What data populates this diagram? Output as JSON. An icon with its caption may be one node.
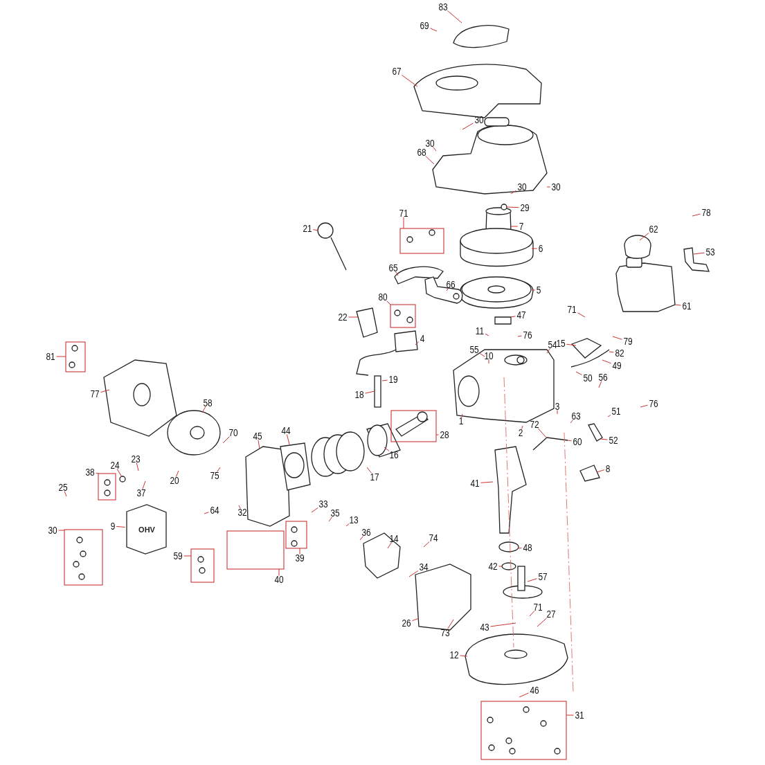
{
  "diagram": {
    "nodes": [
      {
        "text": [
          "83"
        ]
      },
      {
        "text": [
          "69"
        ]
      },
      {
        "text": [
          "67"
        ]
      },
      {
        "text": [
          "30"
        ]
      },
      {
        "text": [
          "30"
        ]
      },
      {
        "text": [
          "68"
        ]
      },
      {
        "text": [
          "30"
        ]
      },
      {
        "text": [
          "30"
        ]
      },
      {
        "text": [
          "29"
        ]
      },
      {
        "text": [
          "71"
        ]
      },
      {
        "text": [
          "78"
        ]
      },
      {
        "text": [
          "7"
        ]
      },
      {
        "text": [
          "62"
        ]
      },
      {
        "text": [
          "21"
        ]
      },
      {
        "text": [
          "53"
        ]
      },
      {
        "text": [
          "6"
        ]
      },
      {
        "text": [
          "65"
        ]
      },
      {
        "text": [
          "66"
        ]
      },
      {
        "text": [
          "5"
        ]
      },
      {
        "text": [
          "61"
        ]
      },
      {
        "text": [
          "80"
        ]
      },
      {
        "text": [
          "71"
        ]
      },
      {
        "text": [
          "47"
        ]
      },
      {
        "text": [
          "22"
        ]
      },
      {
        "text": [
          "76"
        ]
      },
      {
        "text": [
          "11"
        ]
      },
      {
        "text": [
          "4"
        ]
      },
      {
        "text": [
          "79"
        ]
      },
      {
        "text": [
          "81"
        ]
      },
      {
        "text": [
          "55"
        ]
      },
      {
        "text": [
          "15"
        ]
      },
      {
        "text": [
          "54"
        ]
      },
      {
        "text": [
          "10"
        ]
      },
      {
        "text": [
          "82"
        ]
      },
      {
        "text": [
          "49"
        ]
      },
      {
        "text": [
          "77"
        ]
      },
      {
        "text": [
          "19"
        ]
      },
      {
        "text": [
          "50"
        ]
      },
      {
        "text": [
          "56"
        ]
      },
      {
        "text": [
          "18"
        ]
      },
      {
        "text": [
          "58"
        ]
      },
      {
        "text": [
          "76"
        ]
      },
      {
        "text": [
          "3"
        ]
      },
      {
        "text": [
          "63"
        ]
      },
      {
        "text": [
          "51"
        ]
      },
      {
        "text": [
          "1"
        ]
      },
      {
        "text": [
          "72"
        ]
      },
      {
        "text": [
          "70"
        ]
      },
      {
        "text": [
          "45"
        ]
      },
      {
        "text": [
          "44"
        ]
      },
      {
        "text": [
          "28"
        ]
      },
      {
        "text": [
          "2"
        ]
      },
      {
        "text": [
          "52"
        ]
      },
      {
        "text": [
          "60"
        ]
      },
      {
        "text": [
          "16"
        ]
      },
      {
        "text": [
          "38"
        ]
      },
      {
        "text": [
          "24"
        ]
      },
      {
        "text": [
          "23"
        ]
      },
      {
        "text": [
          "20"
        ]
      },
      {
        "text": [
          "75"
        ]
      },
      {
        "text": [
          "8"
        ]
      },
      {
        "text": [
          "41"
        ]
      },
      {
        "text": [
          "25"
        ]
      },
      {
        "text": [
          "37"
        ]
      },
      {
        "text": [
          "17"
        ]
      },
      {
        "text": [
          "33"
        ]
      },
      {
        "text": [
          "32"
        ]
      },
      {
        "text": [
          "35"
        ]
      },
      {
        "text": [
          "13"
        ]
      },
      {
        "text": [
          "64"
        ]
      },
      {
        "text": [
          "9"
        ]
      },
      {
        "text": [
          "74"
        ]
      },
      {
        "text": [
          "36"
        ]
      },
      {
        "text": [
          "30"
        ]
      },
      {
        "text": [
          "14"
        ]
      },
      {
        "text": [
          "59"
        ]
      },
      {
        "text": [
          "39"
        ]
      },
      {
        "text": [
          "40"
        ]
      },
      {
        "text": [
          "48"
        ]
      },
      {
        "text": [
          "42"
        ]
      },
      {
        "text": [
          "34"
        ]
      },
      {
        "text": [
          "57"
        ]
      },
      {
        "text": [
          "71"
        ]
      },
      {
        "text": [
          "27"
        ]
      },
      {
        "text": [
          "26"
        ]
      },
      {
        "text": [
          "43"
        ]
      },
      {
        "text": [
          "73"
        ]
      },
      {
        "text": [
          "12"
        ]
      },
      {
        "text": [
          "46"
        ]
      },
      {
        "text": [
          "31"
        ]
      },
      {
        "text": [],
        "shape": "box"
      },
      {
        "text": [],
        "shape": "box"
      },
      {
        "text": [],
        "shape": "box"
      },
      {
        "text": [],
        "shape": "box"
      },
      {
        "text": [],
        "shape": "box"
      },
      {
        "text": [],
        "shape": "box"
      },
      {
        "text": [],
        "shape": "box"
      },
      {
        "text": [],
        "shape": "box"
      },
      {
        "text": [],
        "shape": "box"
      },
      {
        "text": [],
        "shape": "box"
      },
      {
        "text": [
          "OHV"
        ]
      }
    ],
    "edges": [
      {
        "from": 0,
        "to": null,
        "arrow": "none"
      },
      {
        "from": 1,
        "to": null,
        "arrow": "none"
      },
      {
        "from": 2,
        "to": null,
        "arrow": "none"
      },
      {
        "from": 3,
        "to": null,
        "arrow": "none"
      },
      {
        "from": 4,
        "to": null,
        "arrow": "none"
      },
      {
        "from": 5,
        "to": null,
        "arrow": "none"
      },
      {
        "from": 6,
        "to": null,
        "arrow": "none"
      },
      {
        "from": 7,
        "to": null,
        "arrow": "none"
      },
      {
        "from": 8,
        "to": null,
        "arrow": "none"
      },
      {
        "from": 9,
        "to": 90,
        "arrow": "none"
      },
      {
        "from": 10,
        "to": null,
        "arrow": "none"
      },
      {
        "from": 11,
        "to": null,
        "arrow": "none"
      },
      {
        "from": 12,
        "to": null,
        "arrow": "none"
      },
      {
        "from": 13,
        "to": null,
        "arrow": "none"
      },
      {
        "from": 14,
        "to": null,
        "arrow": "none"
      },
      {
        "from": 15,
        "to": null,
        "arrow": "none"
      },
      {
        "from": 16,
        "to": null,
        "arrow": "none"
      },
      {
        "from": 17,
        "to": null,
        "arrow": "none"
      },
      {
        "from": 18,
        "to": null,
        "arrow": "none"
      },
      {
        "from": 19,
        "to": null,
        "arrow": "none"
      },
      {
        "from": 20,
        "to": 91,
        "arrow": "none"
      },
      {
        "from": 21,
        "to": null,
        "arrow": "none"
      },
      {
        "from": 22,
        "to": null,
        "arrow": "none"
      },
      {
        "from": 23,
        "to": null,
        "arrow": "none"
      },
      {
        "from": 24,
        "to": null,
        "arrow": "none"
      },
      {
        "from": 25,
        "to": null,
        "arrow": "none"
      },
      {
        "from": 26,
        "to": null,
        "arrow": "none"
      },
      {
        "from": 27,
        "to": null,
        "arrow": "none"
      },
      {
        "from": 28,
        "to": 92,
        "arrow": "none"
      },
      {
        "from": 29,
        "to": null,
        "arrow": "none"
      },
      {
        "from": 30,
        "to": null,
        "arrow": "none"
      },
      {
        "from": 31,
        "to": null,
        "arrow": "none"
      },
      {
        "from": 32,
        "to": null,
        "arrow": "none"
      },
      {
        "from": 33,
        "to": null,
        "arrow": "none"
      },
      {
        "from": 34,
        "to": null,
        "arrow": "none"
      },
      {
        "from": 35,
        "to": null,
        "arrow": "none"
      },
      {
        "from": 36,
        "to": null,
        "arrow": "none"
      },
      {
        "from": 37,
        "to": null,
        "arrow": "none"
      },
      {
        "from": 38,
        "to": null,
        "arrow": "none"
      },
      {
        "from": 39,
        "to": null,
        "arrow": "none"
      },
      {
        "from": 40,
        "to": null,
        "arrow": "none"
      },
      {
        "from": 41,
        "to": null,
        "arrow": "none"
      },
      {
        "from": 42,
        "to": null,
        "arrow": "none"
      },
      {
        "from": 43,
        "to": null,
        "arrow": "none"
      },
      {
        "from": 44,
        "to": null,
        "arrow": "none"
      },
      {
        "from": 45,
        "to": null,
        "arrow": "none"
      },
      {
        "from": 46,
        "to": null,
        "arrow": "none"
      },
      {
        "from": 47,
        "to": null,
        "arrow": "none"
      },
      {
        "from": 48,
        "to": null,
        "arrow": "none"
      },
      {
        "from": 49,
        "to": null,
        "arrow": "none"
      },
      {
        "from": 50,
        "to": 93,
        "arrow": "none"
      },
      {
        "from": 51,
        "to": null,
        "arrow": "none"
      },
      {
        "from": 52,
        "to": null,
        "arrow": "none"
      },
      {
        "from": 53,
        "to": null,
        "arrow": "none"
      },
      {
        "from": 54,
        "to": null,
        "arrow": "none"
      },
      {
        "from": 55,
        "to": 94,
        "arrow": "none"
      },
      {
        "from": 56,
        "to": null,
        "arrow": "none"
      },
      {
        "from": 57,
        "to": null,
        "arrow": "none"
      },
      {
        "from": 58,
        "to": null,
        "arrow": "none"
      },
      {
        "from": 59,
        "to": null,
        "arrow": "none"
      },
      {
        "from": 60,
        "to": null,
        "arrow": "none"
      },
      {
        "from": 61,
        "to": null,
        "arrow": "none"
      },
      {
        "from": 62,
        "to": null,
        "arrow": "none"
      },
      {
        "from": 63,
        "to": null,
        "arrow": "none"
      },
      {
        "from": 64,
        "to": null,
        "arrow": "none"
      },
      {
        "from": 65,
        "to": null,
        "arrow": "none"
      },
      {
        "from": 66,
        "to": null,
        "arrow": "none"
      },
      {
        "from": 67,
        "to": null,
        "arrow": "none"
      },
      {
        "from": 68,
        "to": null,
        "arrow": "none"
      },
      {
        "from": 69,
        "to": null,
        "arrow": "none"
      },
      {
        "from": 70,
        "to": 100,
        "arrow": "none"
      },
      {
        "from": 71,
        "to": null,
        "arrow": "none"
      },
      {
        "from": 72,
        "to": null,
        "arrow": "none"
      },
      {
        "from": 73,
        "to": 96,
        "arrow": "none"
      },
      {
        "from": 74,
        "to": null,
        "arrow": "none"
      },
      {
        "from": 75,
        "to": 98,
        "arrow": "none"
      },
      {
        "from": 76,
        "to": 95,
        "arrow": "none"
      },
      {
        "from": 77,
        "to": 97,
        "arrow": "none"
      },
      {
        "from": 78,
        "to": null,
        "arrow": "none"
      },
      {
        "from": 79,
        "to": null,
        "arrow": "none"
      },
      {
        "from": 80,
        "to": null,
        "arrow": "none"
      },
      {
        "from": 81,
        "to": null,
        "arrow": "none"
      },
      {
        "from": 82,
        "to": null,
        "arrow": "none"
      },
      {
        "from": 83,
        "to": null,
        "arrow": "none"
      },
      {
        "from": 84,
        "to": null,
        "arrow": "none"
      },
      {
        "from": 85,
        "to": null,
        "arrow": "none"
      },
      {
        "from": 86,
        "to": null,
        "arrow": "none"
      },
      {
        "from": 87,
        "to": null,
        "arrow": "none"
      },
      {
        "from": 88,
        "to": null,
        "arrow": "none"
      },
      {
        "from": 89,
        "to": 99,
        "arrow": "none"
      }
    ]
  }
}
